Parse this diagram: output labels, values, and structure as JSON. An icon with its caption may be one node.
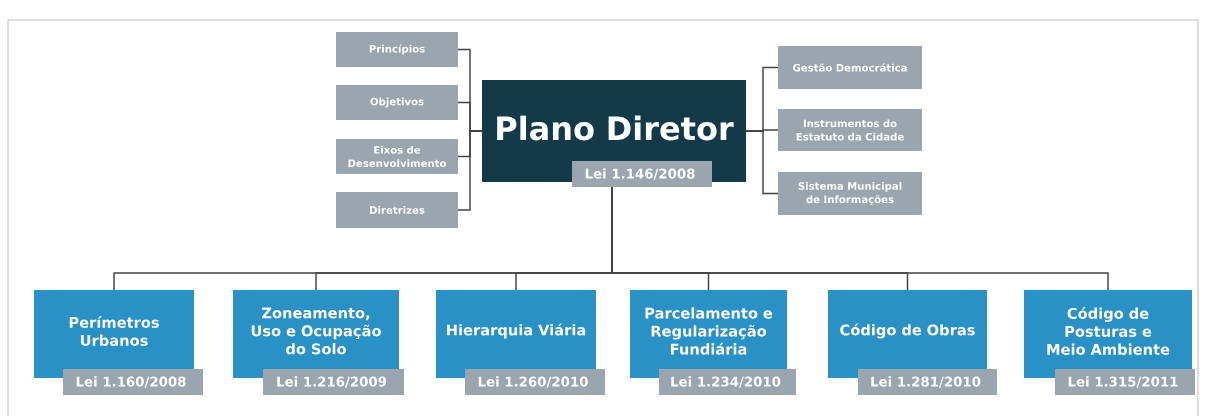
{
  "diagram": {
    "nodes": [
      {
        "text": [
          "Plano Diretor",
          "Lei 1.146/2008"
        ]
      },
      {
        "text": [
          "Princípios"
        ]
      },
      {
        "text": [
          "Objetivos"
        ]
      },
      {
        "text": [
          "Eixos de Desenvolvimento"
        ]
      },
      {
        "text": [
          "Diretrizes"
        ]
      },
      {
        "text": [
          "Gestão Democrática"
        ]
      },
      {
        "text": [
          "Instrumentos do Estatuto da Cidade"
        ]
      },
      {
        "text": [
          "Sistema Municipal de Informações"
        ]
      },
      {
        "text": [
          "Perímetros Urbanos",
          "Lei 1.160/2008"
        ]
      },
      {
        "text": [
          "Zoneamento, Uso e Ocupação do Solo",
          "Lei 1.216/2009"
        ]
      },
      {
        "text": [
          "Hierarquia Viária",
          "Lei 1.260/2010"
        ]
      },
      {
        "text": [
          "Parcelamento e Regularização Fundiária",
          "Lei 1.234/2010"
        ]
      },
      {
        "text": [
          "Código de Obras",
          "Lei 1.281/2010"
        ]
      },
      {
        "text": [
          "Código de Posturas e Meio Ambiente",
          "Lei 1.315/2011"
        ]
      }
    ],
    "edges": [
      {
        "from": 0,
        "to": 1,
        "arrow": "none"
      },
      {
        "from": 0,
        "to": 2,
        "arrow": "none"
      },
      {
        "from": 0,
        "to": 3,
        "arrow": "none"
      },
      {
        "from": 0,
        "to": 4,
        "arrow": "none"
      },
      {
        "from": 0,
        "to": 5,
        "arrow": "none"
      },
      {
        "from": 0,
        "to": 6,
        "arrow": "none"
      },
      {
        "from": 0,
        "to": 7,
        "arrow": "none"
      },
      {
        "from": 0,
        "to": 8,
        "arrow": "none"
      },
      {
        "from": 0,
        "to": 9,
        "arrow": "none"
      },
      {
        "from": 0,
        "to": 10,
        "arrow": "none"
      },
      {
        "from": 0,
        "to": 11,
        "arrow": "none"
      },
      {
        "from": 0,
        "to": 12,
        "arrow": "none"
      },
      {
        "from": 0,
        "to": 13,
        "arrow": "none"
      }
    ]
  }
}
